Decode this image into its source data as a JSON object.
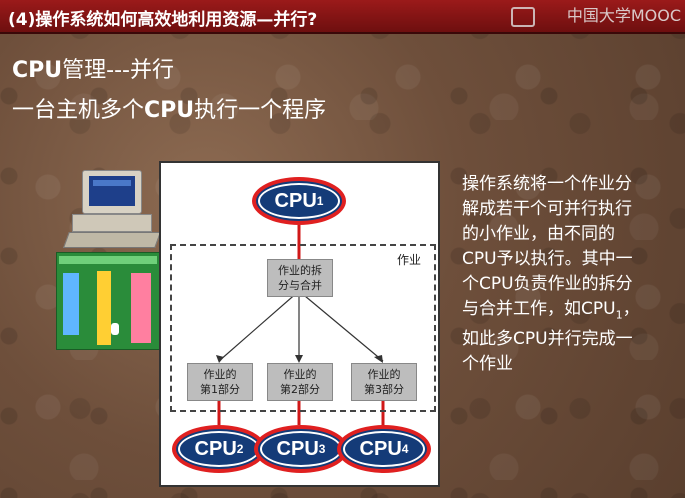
{
  "header": {
    "title": "(4)操作系统如何高效地利用资源—并行?",
    "watermark": "中国大学MOOC"
  },
  "heading": {
    "strong": "CPU",
    "rest": "管理---并行"
  },
  "subheading": {
    "a": "一台主机多个",
    "cpu": "CPU",
    "b": "执行一个程序"
  },
  "diagram": {
    "job_label": "作业",
    "split_box": {
      "line1": "作业的拆",
      "line2": "分与合并"
    },
    "parts": [
      {
        "line1": "作业的",
        "line2": "第1部分"
      },
      {
        "line1": "作业的",
        "line2": "第2部分"
      },
      {
        "line1": "作业的",
        "line2": "第3部分"
      }
    ],
    "cpus": [
      {
        "label": "CPU",
        "sub": "1"
      },
      {
        "label": "CPU",
        "sub": "2"
      },
      {
        "label": "CPU",
        "sub": "3"
      },
      {
        "label": "CPU",
        "sub": "4"
      }
    ]
  },
  "description": {
    "line1": "操作系统将一个作业分",
    "line2": "解成若干个可并行执行",
    "line3": "的小作业，由不同的",
    "line4": "CPU予以执行。其中一",
    "line5": "个CPU负责作业的拆分",
    "line6a": "与合并工作，如CPU",
    "line6sub": "1",
    "line6b": "，",
    "line7": "如此多CPU并行完成一",
    "line8": "个作业"
  }
}
